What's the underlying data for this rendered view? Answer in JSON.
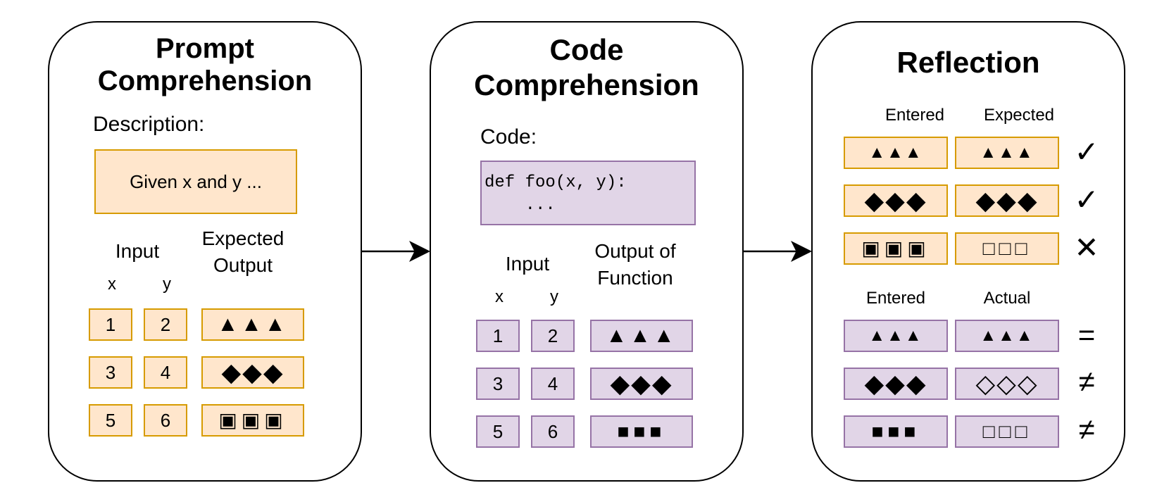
{
  "panels": {
    "prompt": {
      "title_line1": "Prompt",
      "title_line2": "Comprehension",
      "description_label": "Description:",
      "description_text": "Given x and y ...",
      "input_header": "Input",
      "output_header_line1": "Expected",
      "output_header_line2": "Output",
      "x_label": "x",
      "y_label": "y",
      "rows": [
        {
          "x": "1",
          "y": "2",
          "output": "▲▲▲"
        },
        {
          "x": "3",
          "y": "4",
          "output": "◆◆◆"
        },
        {
          "x": "5",
          "y": "6",
          "output": "▣▣▣"
        }
      ]
    },
    "code": {
      "title_line1": "Code",
      "title_line2": "Comprehension",
      "code_label": "Code:",
      "code_line1": "def foo(x, y):",
      "code_line2": "    ...",
      "input_header": "Input",
      "output_header_line1": "Output of",
      "output_header_line2": "Function",
      "x_label": "x",
      "y_label": "y",
      "rows": [
        {
          "x": "1",
          "y": "2",
          "output": "▲▲▲"
        },
        {
          "x": "3",
          "y": "4",
          "output": "◆◆◆"
        },
        {
          "x": "5",
          "y": "6",
          "output": "■■■"
        }
      ]
    },
    "reflection": {
      "title": "Reflection",
      "top_headers": {
        "left": "Entered",
        "right": "Expected"
      },
      "top_rows": [
        {
          "entered": "▲▲▲",
          "expected": "▲▲▲",
          "mark": "✓"
        },
        {
          "entered": "◆◆◆",
          "expected": "◆◆◆",
          "mark": "✓"
        },
        {
          "entered": "▣▣▣",
          "expected": "□□□",
          "mark": "✕"
        }
      ],
      "bottom_headers": {
        "left": "Entered",
        "right": "Actual"
      },
      "bottom_rows": [
        {
          "entered": "▲▲▲",
          "actual": "▲▲▲",
          "mark": "="
        },
        {
          "entered": "◆◆◆",
          "actual": "◇◇◇",
          "mark": "≠"
        },
        {
          "entered": "■■■",
          "actual": "□□□",
          "mark": "≠"
        }
      ]
    }
  },
  "colors": {
    "orange_fill": "#ffe6cc",
    "orange_border": "#d79b00",
    "purple_fill": "#e1d5e7",
    "purple_border": "#9673a6"
  }
}
